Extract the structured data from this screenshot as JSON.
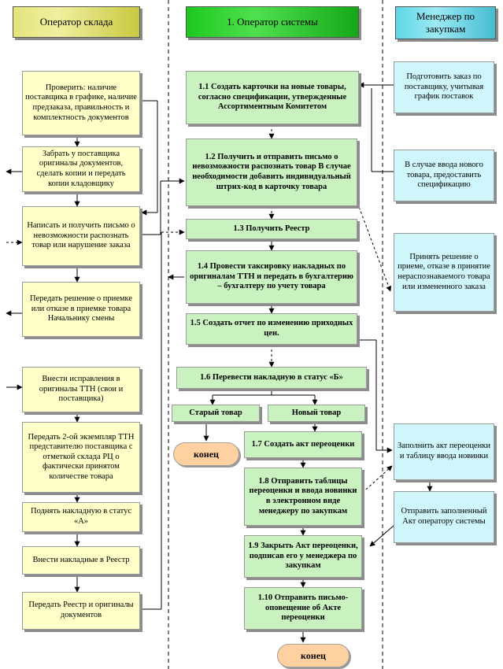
{
  "lanes": {
    "warehouse": "Оператор склада",
    "system": "1. Оператор системы",
    "purchasing": "Менеджер по закупкам"
  },
  "warehouse_boxes": [
    "Проверить: наличие поставщика в графике, наличие предзаказа, правильность и комплектность документов",
    "Забрать у поставщика оригиналы документов, сделать копии и передать копии кладовщику",
    "Написать и получить письмо о невозможности распознать товар или нарушение заказа",
    "Передать решение о приемке или отказе в приемке товара Начальнику смены",
    "Внести исправления в оригиналы ТТН (свои и поставщика)",
    "Передать 2-ой экземпляр ТТН представителю поставщика с отметкой склада РЦ о фактически принятом количестве товара",
    "Поднять накладную в статус «А»",
    "Внести накладные в Реестр",
    "Передать Реестр и оригиналы документов"
  ],
  "system_boxes": [
    "1.1 Создать карточки на новые товары, согласно спецификации, утвержденные Ассортиментным Комитетом",
    "1.2 Получить и отправить письмо о невозможности распознать товар В случае необходимости добавить индивидуальный штрих-код в карточку товара",
    "1.3 Получить Реестр",
    "1.4 Провести таксировку накладных по оригиналам ТТН и передать в бухгалтерию – бухгалтеру по учету товара",
    "1.5 Создать отчет по изменению приходных цен.",
    "1.6 Перевести накладную в статус «Б»",
    "Старый товар",
    "Новый товар",
    "1.7 Создать акт переоценки",
    "1.8 Отправить таблицы переоценки и ввода новинки в электронном виде менеджеру по закупкам",
    "1.9 Закрыть Акт переоценки, подписав его у менеджера по закупкам",
    "1.10 Отправить письмо-оповещение об Акте переоценки"
  ],
  "purchasing_boxes": [
    "Подготовить заказ по поставщику, учитывая график поставок",
    "В случае ввода нового товара, предоставить спецификацию",
    "Принять решение о приеме, отказе в принятие нераспознаваемого товара или измененного заказа",
    "Заполнить акт переоценки и таблицу ввода новинки",
    "Отправить заполненный Акт оператору системы"
  ],
  "end_labels": [
    "конец",
    "конец"
  ],
  "colors": {
    "warehouse_box": "#ffffc8",
    "system_box": "#c9f2c0",
    "purchasing_box": "#cff6fb",
    "terminator": "#ffd0a0"
  }
}
